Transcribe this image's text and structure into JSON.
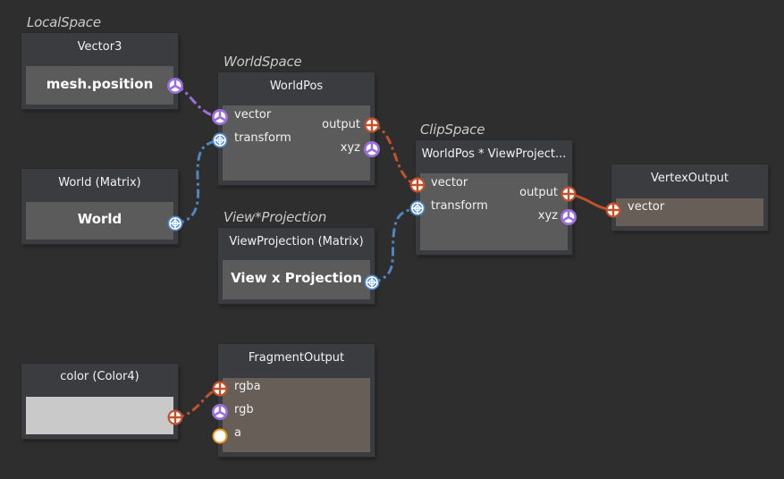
{
  "groups": {
    "local_space": "LocalSpace",
    "world_space": "WorldSpace",
    "view_projection": "View*Projection",
    "clip_space": "ClipSpace"
  },
  "nodes": {
    "vector3": {
      "title": "Vector3",
      "value": "mesh.position"
    },
    "world_matrix": {
      "title": "World (Matrix)",
      "value": "World"
    },
    "view_projection_matrix": {
      "title": "ViewProjection (Matrix)",
      "value": "View x Projection"
    },
    "world_pos": {
      "title": "WorldPos",
      "inputs": [
        "vector",
        "transform"
      ],
      "outputs": [
        "output",
        "xyz"
      ]
    },
    "clip_pos": {
      "title": "WorldPos * ViewProject...",
      "inputs": [
        "vector",
        "transform"
      ],
      "outputs": [
        "output",
        "xyz"
      ]
    },
    "vertex_output": {
      "title": "VertexOutput",
      "inputs": [
        "vector"
      ]
    },
    "color": {
      "title": "color (Color4)",
      "swatch_color": "#c9c9c9"
    },
    "fragment_output": {
      "title": "FragmentOutput",
      "inputs": [
        "rgba",
        "rgb",
        "a"
      ]
    }
  },
  "socket_types": {
    "vector3": {
      "icon": "tri-spoke-icon",
      "color": "#9a6fd8"
    },
    "vector4": {
      "icon": "cross-circle-icon",
      "color": "#c0532e"
    },
    "matrix": {
      "icon": "crosshair-globe-icon",
      "color": "#4f86bf"
    },
    "float": {
      "icon": "solid-circle-icon",
      "color": "#e8961e"
    }
  },
  "connections": [
    {
      "from": "vector3.value",
      "to": "world_pos.vector",
      "type": "vector3"
    },
    {
      "from": "world_matrix.value",
      "to": "world_pos.transform",
      "type": "matrix"
    },
    {
      "from": "world_pos.output",
      "to": "clip_pos.vector",
      "type": "vector4"
    },
    {
      "from": "view_projection_matrix.value",
      "to": "clip_pos.transform",
      "type": "matrix"
    },
    {
      "from": "clip_pos.output",
      "to": "vertex_output.vector",
      "type": "vector4"
    },
    {
      "from": "color.value",
      "to": "fragment_output.rgba",
      "type": "vector4"
    }
  ]
}
